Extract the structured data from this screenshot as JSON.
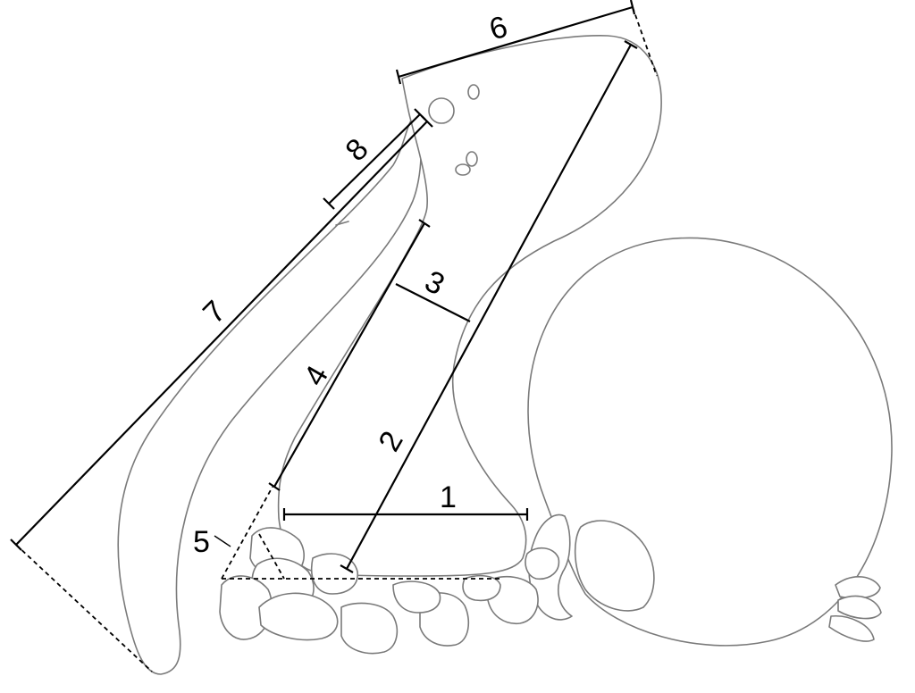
{
  "colors": {
    "outline": "#7a7a7a",
    "measurement": "#000000",
    "background": "#ffffff"
  },
  "measurements": [
    {
      "id": "m1",
      "label": "1"
    },
    {
      "id": "m2",
      "label": "2"
    },
    {
      "id": "m3",
      "label": "3"
    },
    {
      "id": "m4",
      "label": "4"
    },
    {
      "id": "m5",
      "label": "5"
    },
    {
      "id": "m6",
      "label": "6"
    },
    {
      "id": "m7",
      "label": "7"
    },
    {
      "id": "m8",
      "label": "8"
    }
  ]
}
